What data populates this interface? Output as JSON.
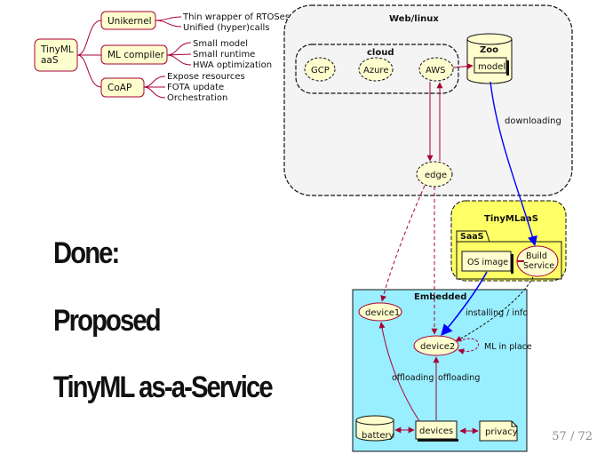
{
  "mindmap": {
    "root": "TinyML\naaS",
    "branches": [
      {
        "label": "Unikernel",
        "notes": [
          "Thin wrapper of RTOSes",
          "Unified (hyper)calls"
        ]
      },
      {
        "label": "ML compiler",
        "notes": [
          "Small model",
          "Small runtime",
          "HWA optimization"
        ]
      },
      {
        "label": "CoAP",
        "notes": [
          "Expose resources",
          "FOTA update",
          "Orchestration"
        ]
      }
    ]
  },
  "architecture": {
    "web_linux": "Web/linux",
    "cloud": "cloud",
    "gcp": "GCP",
    "azure": "Azure",
    "aws": "AWS",
    "zoo": "Zoo",
    "model": "model",
    "edge": "edge",
    "tinymlaas": "TinyMLaaS",
    "saas": "SaaS",
    "os_image": "OS image",
    "build_service": "Build\nService",
    "embedded": "Embedded",
    "device1": "device1",
    "device2": "device2",
    "battery": "battery",
    "devices": "devices",
    "privacy": "privacy",
    "downloading": "downloading",
    "installing_info": "installing / info",
    "ml_in_place": "ML in place",
    "offloading_left": "offloading",
    "offloading_right": "offloading"
  },
  "bullets": [
    "Done:",
    "Proposed",
    "TinyML as-a-Service"
  ],
  "page_number": "57 / 72",
  "colors": {
    "note_fill": "#fefece",
    "note_stroke": "#a80036",
    "tinymlaas_fill": "#ffff66",
    "embedded_fill": "#99eeff",
    "link_blue": "#0000ff",
    "link_red": "#a80036"
  }
}
